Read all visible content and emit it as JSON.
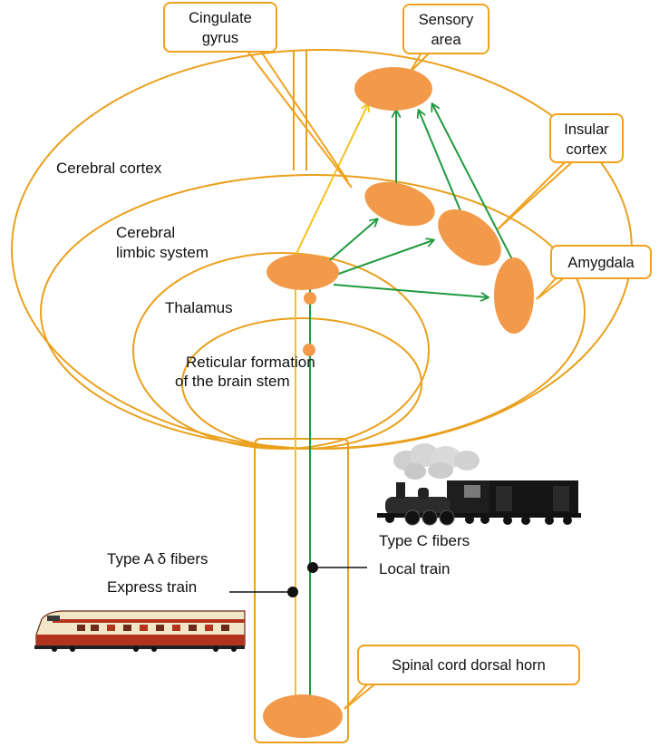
{
  "regions": {
    "cerebral_cortex": "Cerebral cortex",
    "limbic_line1": "Cerebral",
    "limbic_line2": "limbic system",
    "thalamus": "Thalamus",
    "reticular_line1": "Reticular formation",
    "reticular_line2": "of the brain stem"
  },
  "callouts": {
    "cingulate_line1": "Cingulate",
    "cingulate_line2": "gyrus",
    "sensory_line1": "Sensory",
    "sensory_line2": "area",
    "insular_line1": "Insular",
    "insular_line2": "cortex",
    "amygdala": "Amygdala",
    "spinal": "Spinal cord dorsal horn"
  },
  "fibers": {
    "type_a": "Type A δ fibers",
    "express": "Express train",
    "type_c": "Type C fibers",
    "local": "Local train"
  },
  "colors": {
    "pathway_fast": "#f5c21b",
    "pathway_slow": "#1f9a3f",
    "structure_outline": "#eaa01c",
    "node_fill": "#f29a4a",
    "callout_border": "#f0a21e"
  }
}
